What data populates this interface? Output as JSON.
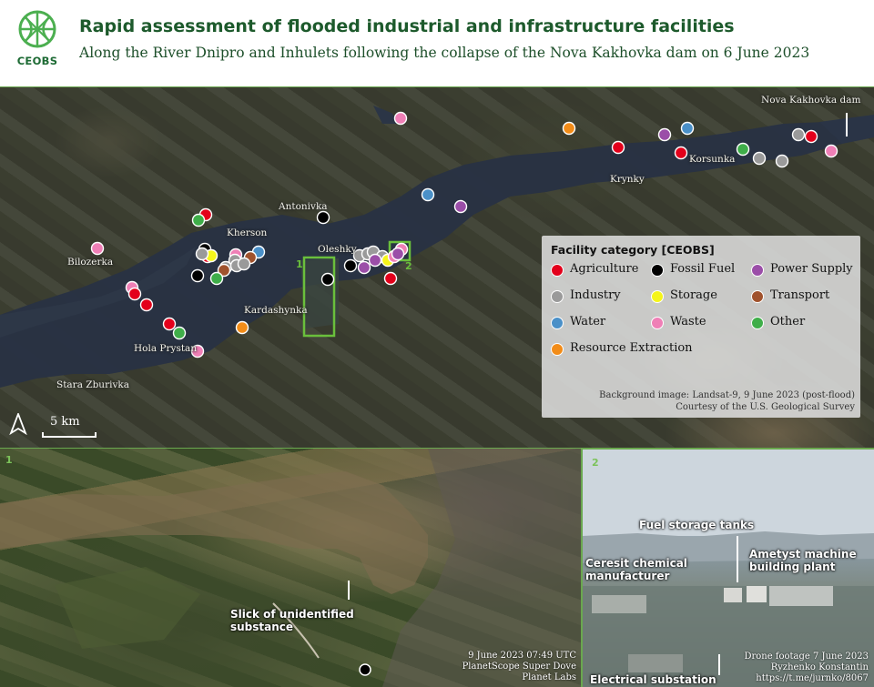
{
  "header": {
    "logo_text": "CEOBS",
    "title": "Rapid assessment of flooded industrial and infrastructure facilities",
    "subtitle": "Along the River Dnipro and Inhulets following the collapse of the Nova Kakhovka dam on 6 June 2023"
  },
  "map": {
    "places": {
      "nova_kakhovka_dam": "Nova Kakhovka dam",
      "korsunka": "Korsunka",
      "krynky": "Krynky",
      "antonivka": "Antonivka",
      "kherson": "Kherson",
      "oleshky": "Oleshky",
      "bilozerka": "Bilozerka",
      "kardashynka": "Kardashynka",
      "hola_prystan": "Hola Prystan",
      "stara_zburivka": "Stara Zburivka"
    },
    "inset_labels": {
      "inset1": "1",
      "inset2": "2"
    },
    "scale_label": "5 km",
    "colors": {
      "agriculture": "#e3001b",
      "fossil_fuel": "#000000",
      "power_supply": "#9b4ea8",
      "industry": "#9a9a9a",
      "storage": "#f5f51a",
      "transport": "#a0522d",
      "water": "#4a90c8",
      "waste": "#ef7fb6",
      "other": "#3fae49",
      "resource_extraction": "#f28c18",
      "highlight": "#6abf3c"
    }
  },
  "legend": {
    "title": "Facility category [CEOBS]",
    "items": [
      {
        "label": "Agriculture",
        "color": "#e3001b"
      },
      {
        "label": "Fossil Fuel",
        "color": "#000000"
      },
      {
        "label": "Power Supply",
        "color": "#9b4ea8"
      },
      {
        "label": "Industry",
        "color": "#9a9a9a"
      },
      {
        "label": "Storage",
        "color": "#f5f51a"
      },
      {
        "label": "Transport",
        "color": "#a0522d"
      },
      {
        "label": "Water",
        "color": "#4a90c8"
      },
      {
        "label": "Waste",
        "color": "#ef7fb6"
      },
      {
        "label": "Other",
        "color": "#3fae49"
      },
      {
        "label": "Resource Extraction",
        "color": "#f28c18"
      }
    ],
    "credit_line1": "Background image: Landsat-9, 9 June 2023 (post-flood)",
    "credit_line2": "Courtesy of the U.S. Geological Survey"
  },
  "panel1": {
    "number": "1",
    "annotation_line1": "Slick of unidentified",
    "annotation_line2": "substance",
    "credit_line1": "9 June 2023 07:49 UTC",
    "credit_line2": "PlanetScope Super Dove",
    "credit_line3": "Planet Labs"
  },
  "panel2": {
    "number": "2",
    "fuel": "Fuel storage tanks",
    "ceresit_line1": "Ceresit chemical",
    "ceresit_line2": "manufacturer",
    "ametyst_line1": "Ametyst machine",
    "ametyst_line2": "building plant",
    "substation": "Electrical substation",
    "credit_line1": "Drone footage 7 June 2023",
    "credit_line2": "Ryzhenko Konstantin",
    "credit_line3": "https://t.me/jurnko/8067"
  }
}
